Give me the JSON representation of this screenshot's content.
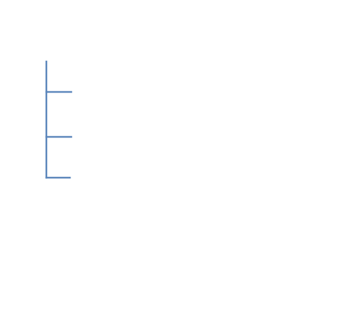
{
  "diagram": {
    "type": "tree-connector",
    "line_color": "#5b86bb",
    "branches": [
      {
        "id": "branch-1"
      },
      {
        "id": "branch-2"
      },
      {
        "id": "branch-3"
      }
    ]
  }
}
